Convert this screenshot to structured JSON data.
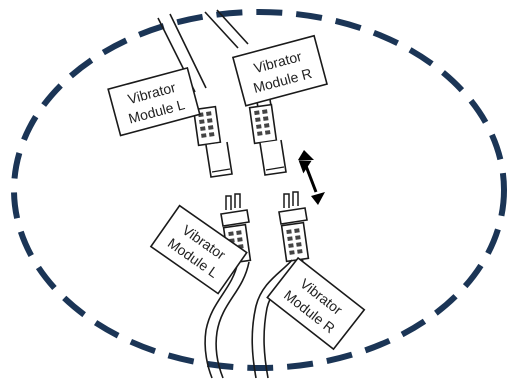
{
  "colors": {
    "outline_dash": "#1b3556",
    "line": "#1a1a1a",
    "background": "#ffffff"
  },
  "labels": {
    "top_left_line1": "Vibrator",
    "top_left_line2": "Module L",
    "top_right_line1": "Vibrator",
    "top_right_line2": "Module R",
    "bottom_left_line1": "Vibrator",
    "bottom_left_line2": "Module L",
    "bottom_right_line1": "Vibrator",
    "bottom_right_line2": "Module R"
  },
  "icons": {
    "connect_arrow": "double-arrow-icon"
  }
}
